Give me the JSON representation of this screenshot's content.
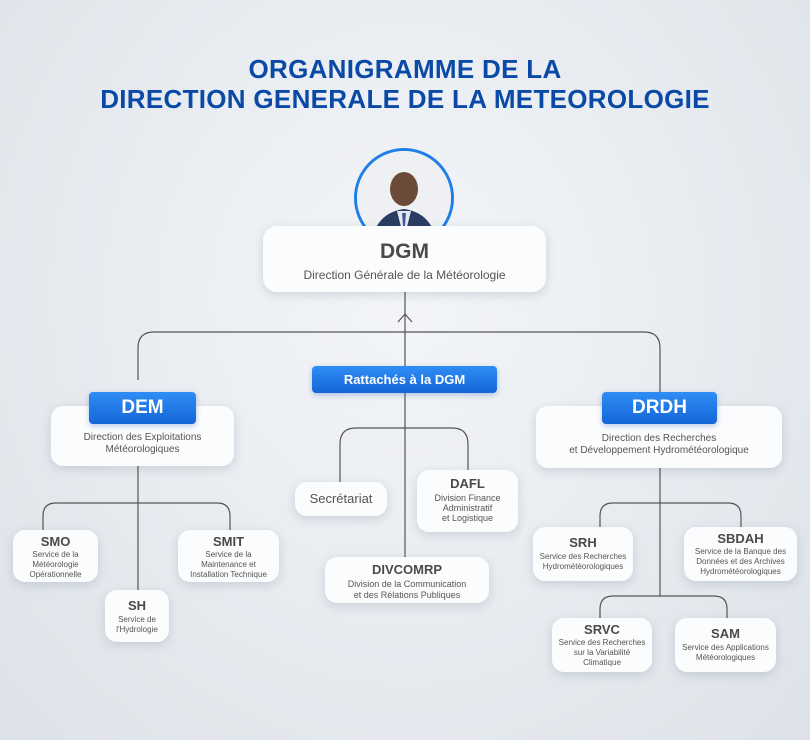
{
  "title": {
    "line1": "ORGANIGRAMME DE LA",
    "line2": "DIRECTION GENERALE DE LA METEOROLOGIE"
  },
  "dgm": {
    "code": "DGM",
    "name": "Direction Générale de la Météorologie"
  },
  "attached": {
    "label": "Rattachés à la DGM",
    "secretariat": "Secrétariat",
    "dafl": {
      "code": "DAFL",
      "line1": "Division Finance",
      "line2": "Administratif",
      "line3": "et Logistique"
    },
    "divcomrp": {
      "code": "DIVCOMRP",
      "line1": "Division de la Communication",
      "line2": "et des Rélations Publiques"
    }
  },
  "dem": {
    "code": "DEM",
    "line1": "Direction des Exploitations",
    "line2": "Météorologiques",
    "services": {
      "smo": {
        "code": "SMO",
        "line1": "Service de la",
        "line2": "Météorologie",
        "line3": "Opérationnelle"
      },
      "smit": {
        "code": "SMIT",
        "line1": "Service de la",
        "line2": "Maintenance et",
        "line3": "Installation Technique"
      },
      "sh": {
        "code": "SH",
        "line1": "Service de",
        "line2": "l'Hydrologie"
      }
    }
  },
  "drdh": {
    "code": "DRDH",
    "line1": "Direction des Recherches",
    "line2": "et Développement Hydrométéorologique",
    "services": {
      "srh": {
        "code": "SRH",
        "line1": "Service des Recherches",
        "line2": "Hydrométéorologiques"
      },
      "sbdah": {
        "code": "SBDAH",
        "line1": "Service de la Banque des",
        "line2": "Données et des Archives",
        "line3": "Hydrométéorologiques"
      },
      "srvc": {
        "code": "SRVC",
        "line1": "Service des Recherches",
        "line2": "sur la Variabilité",
        "line3": "Climatique"
      },
      "sam": {
        "code": "SAM",
        "line1": "Service des Applications",
        "line2": "Météorologiques"
      }
    }
  },
  "colors": {
    "title": "#0a4aa6",
    "badge": "#1f7ee8",
    "line": "#555555"
  },
  "icons": {
    "portrait": "person-portrait"
  }
}
